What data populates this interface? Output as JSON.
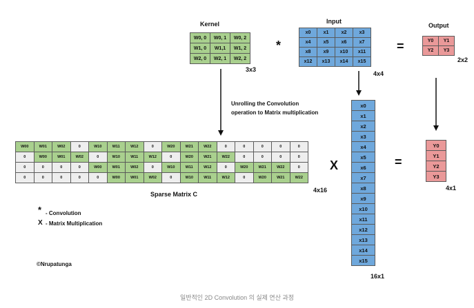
{
  "kernel": {
    "title": "Kernel",
    "size": "3x3",
    "rows": [
      [
        "W0, 0",
        "W0, 1",
        "W0, 2"
      ],
      [
        "W1, 0",
        "W1,1",
        "W1, 2"
      ],
      [
        "W2, 0",
        "W2, 1",
        "W2, 2"
      ]
    ]
  },
  "input": {
    "title": "Input",
    "size": "4x4",
    "rows": [
      [
        "x0",
        "x1",
        "x2",
        "x3"
      ],
      [
        "x4",
        "x5",
        "x6",
        "x7"
      ],
      [
        "x8",
        "x9",
        "x10",
        "x11"
      ],
      [
        "x12",
        "x13",
        "x14",
        "x15"
      ]
    ]
  },
  "output": {
    "title": "Output",
    "size": "2x2",
    "rows": [
      [
        "Y0",
        "Y1"
      ],
      [
        "Y2",
        "Y3"
      ]
    ]
  },
  "operators": {
    "conv": "*",
    "equals": "=",
    "times": "X",
    "equals2": "="
  },
  "unroll_text": [
    "Unrolling the Convolution",
    "operation to Matrix multiplication"
  ],
  "sparse": {
    "title": "Sparse Matrix C",
    "size": "4x16",
    "rows": [
      [
        "W00",
        "W01",
        "W02",
        "0",
        "W10",
        "W11",
        "W12",
        "0",
        "W20",
        "W21",
        "W22",
        "0",
        "0",
        "0",
        "0",
        "0"
      ],
      [
        "0",
        "W00",
        "W01",
        "W02",
        "0",
        "W10",
        "W11",
        "W12",
        "0",
        "W20",
        "W21",
        "W22",
        "0",
        "0",
        "0",
        "0"
      ],
      [
        "0",
        "0",
        "0",
        "0",
        "W00",
        "W01",
        "W02",
        "0",
        "W10",
        "W11",
        "W12",
        "0",
        "W20",
        "W21",
        "W22",
        "0"
      ],
      [
        "0",
        "0",
        "0",
        "0",
        "0",
        "W00",
        "W01",
        "W02",
        "0",
        "W10",
        "W11",
        "W12",
        "0",
        "W20",
        "W21",
        "W22"
      ]
    ]
  },
  "x_vector": {
    "size": "16x1",
    "items": [
      "x0",
      "x1",
      "x2",
      "x3",
      "x4",
      "x5",
      "x6",
      "x7",
      "x8",
      "x9",
      "x10",
      "x11",
      "x12",
      "x13",
      "x14",
      "x15"
    ]
  },
  "y_vector": {
    "size": "4x1",
    "items": [
      "Y0",
      "Y1",
      "Y2",
      "Y3"
    ]
  },
  "legend": {
    "conv_symbol": "*",
    "conv_text": "- Convolution",
    "mat_symbol": "X",
    "mat_text": "-  Matrix Multiplication"
  },
  "credit": "©Nrupatunga",
  "caption": "일반적인 2D Convolution 의 실제 연산 과정"
}
